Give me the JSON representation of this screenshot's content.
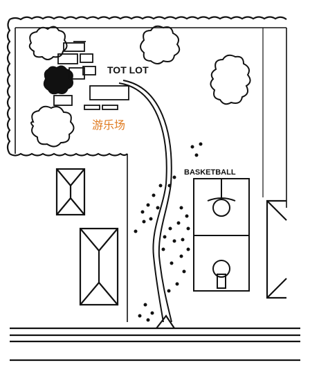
{
  "labels": {
    "tot_lot": "TOT LOT",
    "tot_lot_chinese": "游乐场",
    "basketball": "BASKETBALL"
  },
  "colors": {
    "ink": "#111111",
    "paper": "#ffffff",
    "annotation": "#e07a1f"
  }
}
